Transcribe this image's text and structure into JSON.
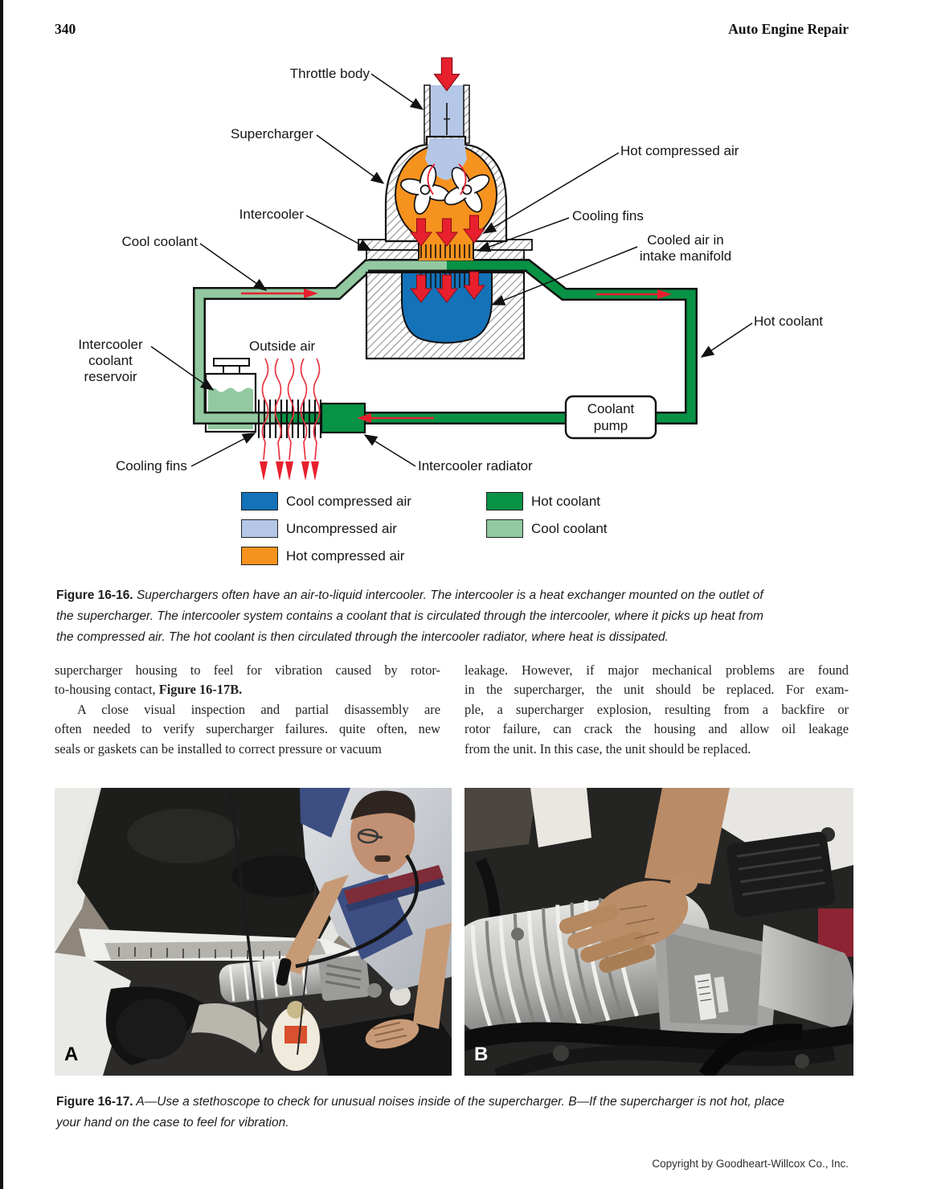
{
  "page": {
    "number": "340",
    "running_head": "Auto Engine Repair",
    "footer": "Copyright by Goodheart-Willcox Co., Inc."
  },
  "diagram": {
    "labels": {
      "throttle_body": "Throttle body",
      "supercharger": "Supercharger",
      "intercooler": "Intercooler",
      "cool_coolant": "Cool coolant",
      "hot_compressed_air": "Hot compressed air",
      "cooling_fins_top": "Cooling fins",
      "cooled_air_line1": "Cooled air in",
      "cooled_air_line2": "intake manifold",
      "hot_coolant": "Hot coolant",
      "reservoir_line1": "Intercooler",
      "reservoir_line2": "coolant",
      "reservoir_line3": "reservoir",
      "outside_air": "Outside air",
      "cooling_fins_bottom": "Cooling fins",
      "intercooler_radiator": "Intercooler radiator",
      "coolant_pump_line1": "Coolant",
      "coolant_pump_line2": "pump"
    },
    "legend": {
      "items": [
        {
          "label": "Cool compressed air",
          "color": "#1472b8"
        },
        {
          "label": "Uncompressed air",
          "color": "#b5c7e6"
        },
        {
          "label": "Hot compressed air",
          "color": "#f6921e"
        },
        {
          "label": "Hot coolant",
          "color": "#089245"
        },
        {
          "label": "Cool coolant",
          "color": "#92c9a0"
        }
      ]
    },
    "colors": {
      "red_arrow": "#e8202e",
      "cool_compressed_air": "#1472b8",
      "uncompressed_air": "#b5c7e6",
      "hot_compressed_air": "#f6921e",
      "hot_coolant": "#089245",
      "cool_coolant": "#92c9a0"
    }
  },
  "caption_16_16": {
    "label": "Figure 16-16.",
    "line1": "Superchargers often have an air-to-liquid intercooler. The intercooler is a heat exchanger mounted on the outlet of",
    "line2": "the supercharger. The intercooler system contains a coolant that is circulated through the intercooler, where it picks up heat from",
    "line3": "the compressed air. The hot coolant is then circulated through the intercooler radiator, where heat is dissipated."
  },
  "body": {
    "left": {
      "line1": "supercharger housing to feel for vibration caused by rotor-",
      "line2_pre": "to-housing contact, ",
      "line2_ref": "Figure 16-17B.",
      "line3": "A close visual inspection and partial disassembly are",
      "line4": "often needed to verify supercharger failures. quite often, new",
      "line5": "seals or gaskets can be installed to correct pressure or vacuum"
    },
    "right": {
      "line1": "leakage. However, if major mechanical problems are found",
      "line2": "in the supercharger, the unit should be replaced. For exam-",
      "line3": "ple, a supercharger explosion, resulting from a backfire or",
      "line4": "rotor failure, can crack the housing and allow oil leakage",
      "line5": "from the unit. In this case, the unit should be replaced."
    }
  },
  "photos": {
    "a_letter": "A",
    "b_letter": "B"
  },
  "caption_16_17": {
    "label": "Figure 16-17.",
    "line1": "A—Use a stethoscope to check for unusual noises inside of the supercharger. B—If the supercharger is not hot, place",
    "line2": "your hand on the case to feel for vibration."
  }
}
